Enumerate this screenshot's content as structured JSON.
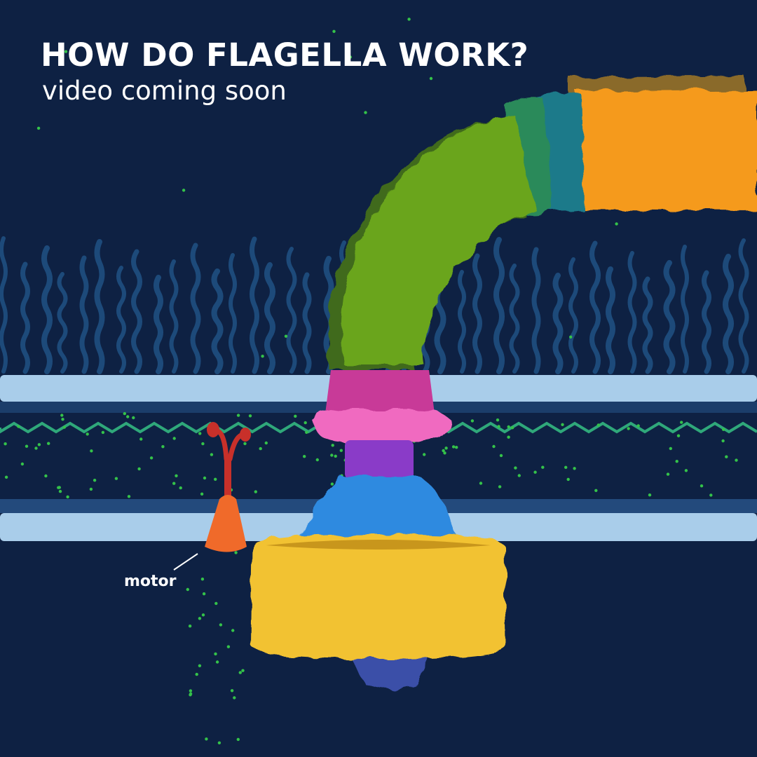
{
  "header": {
    "title": "HOW DO FLAGELLA WORK?",
    "subtitle": "video coming soon"
  },
  "labels": {
    "motor": "motor"
  },
  "colors": {
    "background": "#0e2143",
    "membrane": "#a9cdea",
    "hair": "#1d4a7a",
    "filament_orange": "#f59a1c",
    "hook_teal": "#1b7a8a",
    "hook_green": "#6aa51c",
    "ring_pink": "#d93fa0",
    "rod_purple": "#8a3bc8",
    "base_blue": "#2f8ae0",
    "stator_yellow": "#f2c230",
    "motor_orange": "#f06a2a",
    "helix_green": "#2fa87a",
    "ion_dots": "#34c24a"
  }
}
